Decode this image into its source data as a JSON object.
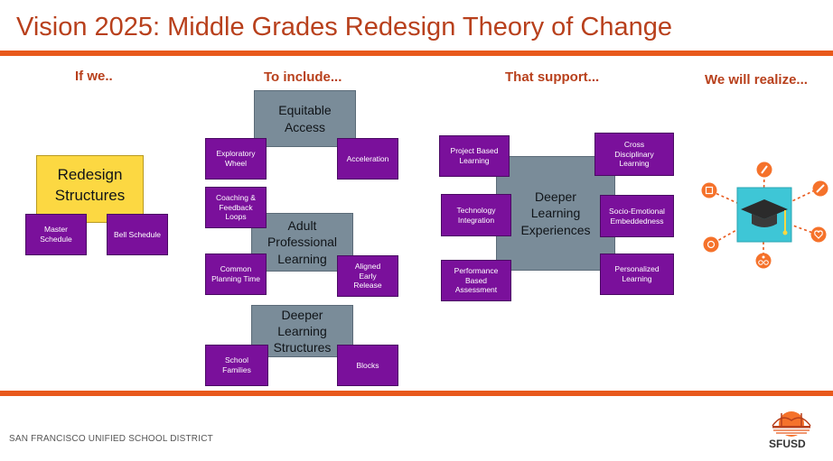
{
  "title": "Vision 2025: Middle Grades Redesign Theory of Change",
  "headers": {
    "if_we": "If we..",
    "to_include": "To include...",
    "that_support": "That support...",
    "we_will_realize": "We will realize..."
  },
  "redesign": {
    "title": "Redesign Structures",
    "items": [
      "Master Schedule",
      "Bell Schedule"
    ]
  },
  "equitable_access": {
    "title": "Equitable Access",
    "items": [
      "Exploratory Wheel",
      "Acceleration"
    ]
  },
  "adult_learning": {
    "title": "Adult Professional Learning",
    "items": [
      "Coaching & Feedback Loops",
      "Common Planning Time",
      "Aligned Early Release"
    ]
  },
  "deeper_structures": {
    "title": "Deeper Learning Structures",
    "items": [
      "School Families",
      "Blocks"
    ]
  },
  "deeper_experiences": {
    "title": "Deeper Learning Experiences",
    "items": [
      "Project Based Learning",
      "Cross Disciplinary Learning",
      "Technology Integration",
      "Socio-Emotional Embeddedness",
      "Performance Based Assessment",
      "Personalized Learning"
    ]
  },
  "footer": {
    "district": "SAN FRANCISCO UNIFIED SCHOOL DISTRICT",
    "logo": "SFUSD"
  },
  "colors": {
    "accent": "#e8591c",
    "title": "#b8401c",
    "purple": "#7a109b",
    "slate": "#7a8c99",
    "yellow": "#fcd842",
    "teal": "#3ec6d6"
  },
  "icons": [
    "graduation-cap-icon",
    "pencil-icon",
    "heart-icon",
    "bicycle-icon",
    "globe-icon",
    "brain-icon",
    "hand-icon"
  ]
}
